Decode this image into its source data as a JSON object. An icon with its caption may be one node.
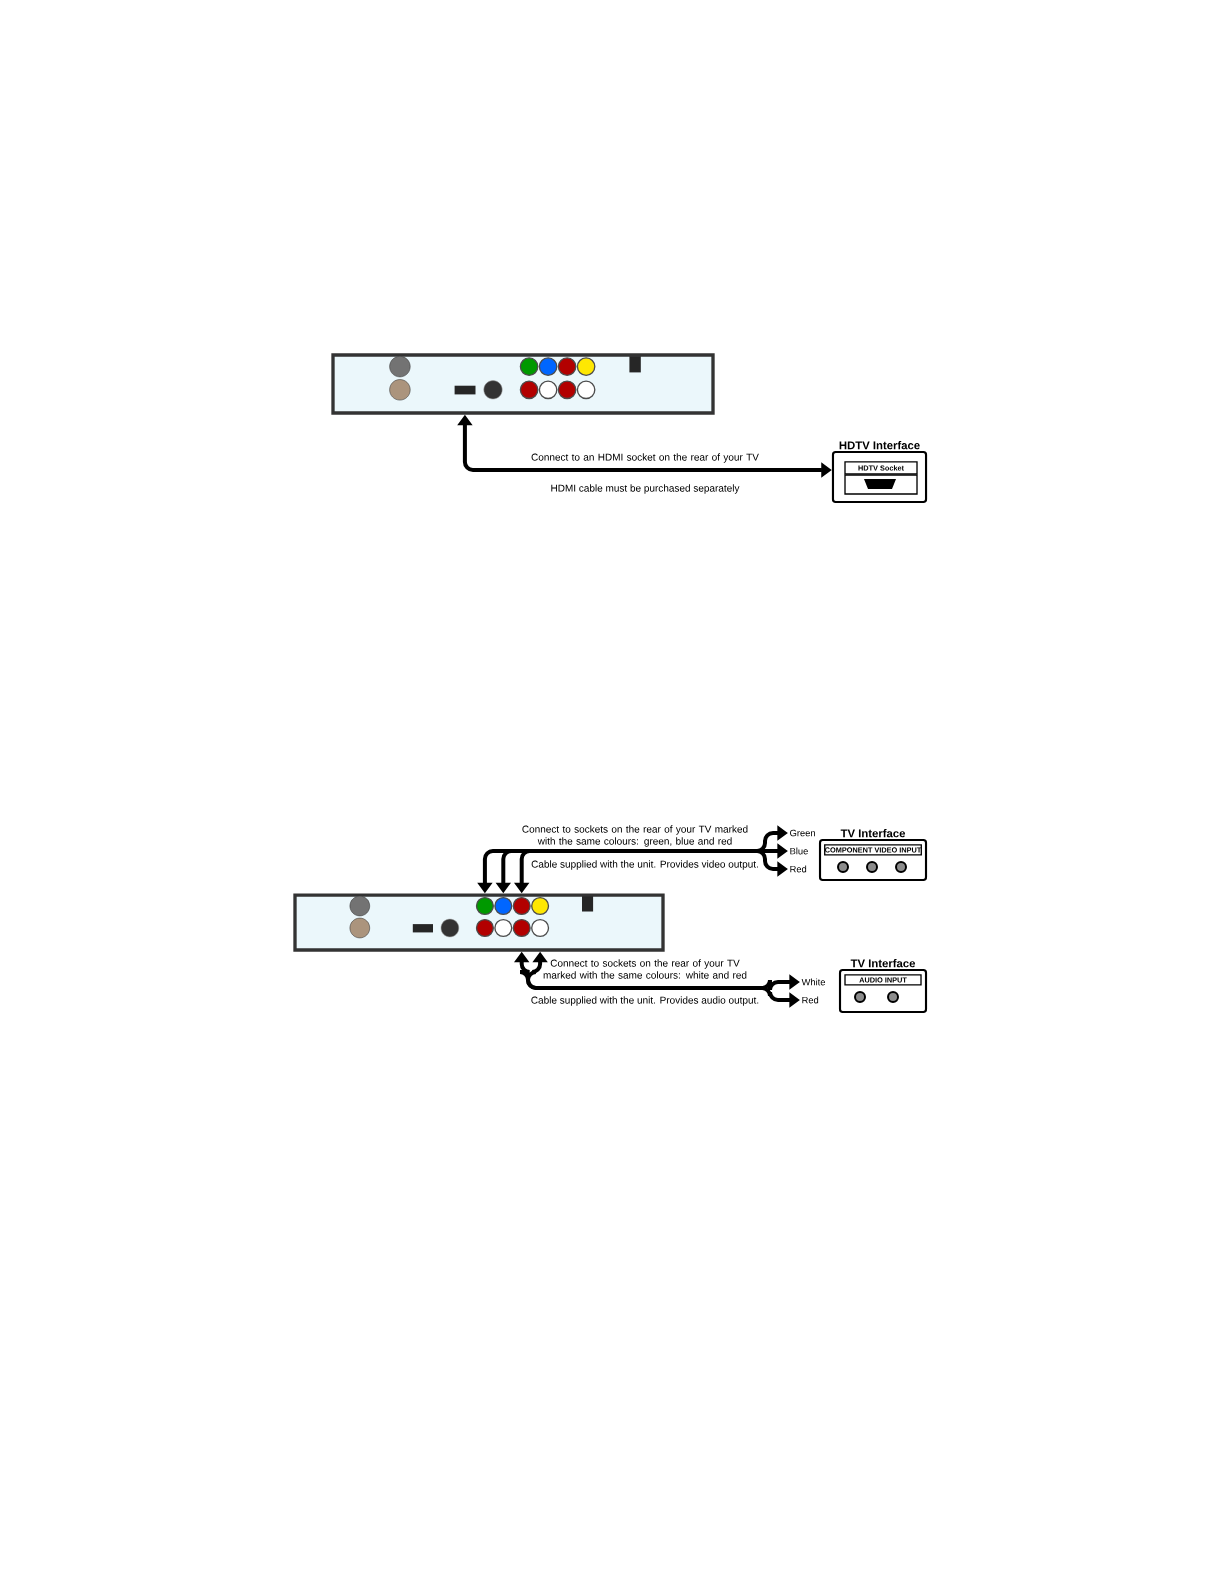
{
  "diagram": {
    "nodes": [
      {
        "text": [],
        "shape": "picture"
      },
      {
        "text": [
          "HDTV Interface"
        ]
      },
      {
        "text": [
          "HDTV Socket"
        ],
        "in": 1
      },
      {
        "text": [],
        "shape": "picture"
      },
      {
        "text": [
          "Green"
        ]
      },
      {
        "text": [
          "Blue"
        ]
      },
      {
        "text": [
          "Red"
        ]
      },
      {
        "text": [
          "TV Interface"
        ]
      },
      {
        "text": [
          "COMPONENT VIDEO INPUT"
        ],
        "in": 7
      },
      {
        "text": [
          "White"
        ]
      },
      {
        "text": [
          "Red"
        ]
      },
      {
        "text": [
          "TV Interface"
        ]
      },
      {
        "text": [
          "AUDIO INPUT"
        ],
        "in": 11
      }
    ],
    "edges": [
      {
        "from": 0,
        "to": 1,
        "arrow": "both",
        "label": "Connect to an HDMI socket on the rear of your TV"
      },
      {
        "from": 3,
        "to": 4,
        "arrow": "both",
        "label": "Connect to sockets on the rear of your TV marked with the same colours: green, blue and red"
      },
      {
        "from": 3,
        "to": 5,
        "arrow": "both"
      },
      {
        "from": 3,
        "to": 6,
        "arrow": "both"
      },
      {
        "from": 3,
        "to": 9,
        "arrow": "both",
        "label": "Connect to sockets on the rear of your TV marked with the same colours: white and red"
      },
      {
        "from": 3,
        "to": 10,
        "arrow": "both"
      }
    ],
    "labels": [
      "HDMI cable must be purchased separately",
      "Cable supplied with the unit. Provides video output.",
      "Cable supplied with the unit. Provides audio output."
    ]
  }
}
